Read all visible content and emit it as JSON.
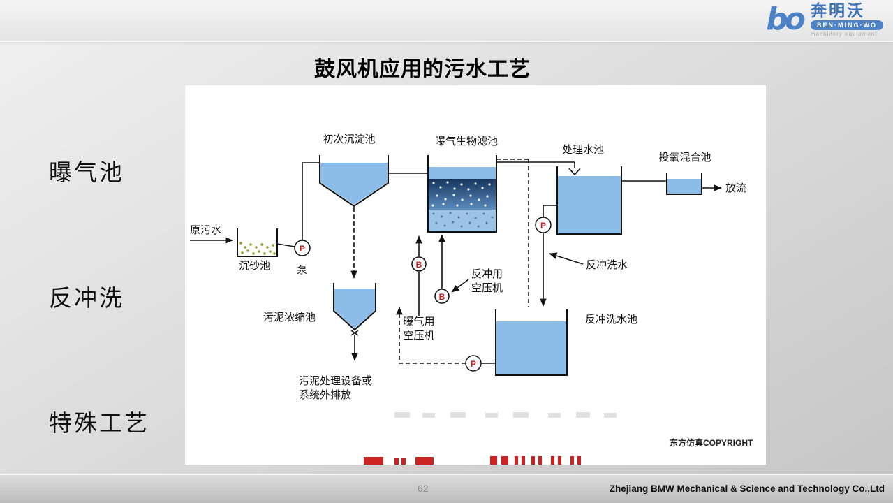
{
  "slide": {
    "title": "鼓风机应用的污水工艺",
    "page_number": "62",
    "footer_company": "Zhejiang BMW Mechanical & Science and Technology Co.,Ltd"
  },
  "logo": {
    "mark": "bo",
    "name": "奔明沃",
    "subtitle": "BEN·MING·WO",
    "tagline": "machinery equipment",
    "accent": "#4d82c6"
  },
  "side_labels": [
    "曝气池",
    "反冲洗",
    "特殊工艺"
  ],
  "diagram": {
    "labels": {
      "raw_sewage": "原污水",
      "grit_chamber": "沉砂池",
      "pump": "泵",
      "primary_sedimentation": "初次沉淀池",
      "sludge_thickener": "污泥浓缩池",
      "sludge_disposal_line1": "污泥处理设备或",
      "sludge_disposal_line2": "系统外排放",
      "aerated_biofilter": "曝气生物滤池",
      "aeration_compressor_line1": "曝气用",
      "aeration_compressor_line2": "空压机",
      "backwash_compressor_line1": "反冲用",
      "backwash_compressor_line2": "空压机",
      "treated_water_tank": "处理水池",
      "oxygen_mixing_tank": "投氧混合池",
      "discharge": "放流",
      "backwash_water": "反冲洗水",
      "backwash_tank": "反冲洗水池",
      "copyright": "东方仿真COPYRIGHT"
    },
    "symbols": {
      "pump": "P",
      "blower": "B"
    },
    "colors": {
      "water": "#8bbde8",
      "dark_band_top": "#16365c",
      "dark_band_bottom": "#5c8cc0",
      "symbol_letter": "#c22222"
    }
  }
}
